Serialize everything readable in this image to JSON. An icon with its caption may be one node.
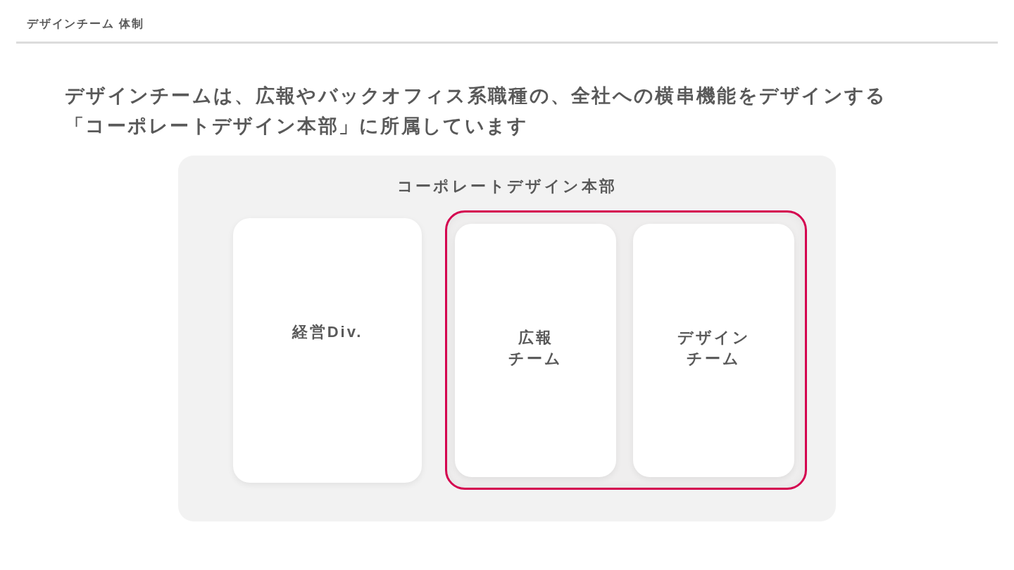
{
  "diagram": {
    "title": "デザインチーム 体制",
    "nodes": [
      {
        "text": [
          "コーポレートデザイン本部"
        ]
      },
      {
        "text": [
          "経営Div."
        ],
        "in": 0
      },
      {
        "text": [],
        "shape": "box",
        "in": 0
      },
      {
        "text": [
          "広報チーム"
        ],
        "in": 2
      },
      {
        "text": [
          "デザインチーム"
        ],
        "in": 2
      }
    ],
    "labels": [
      "デザインチームは、広報やバックオフィス系職種の、全社への横串機能をデザインする「コーポレートデザイン本部」に所属しています"
    ]
  }
}
